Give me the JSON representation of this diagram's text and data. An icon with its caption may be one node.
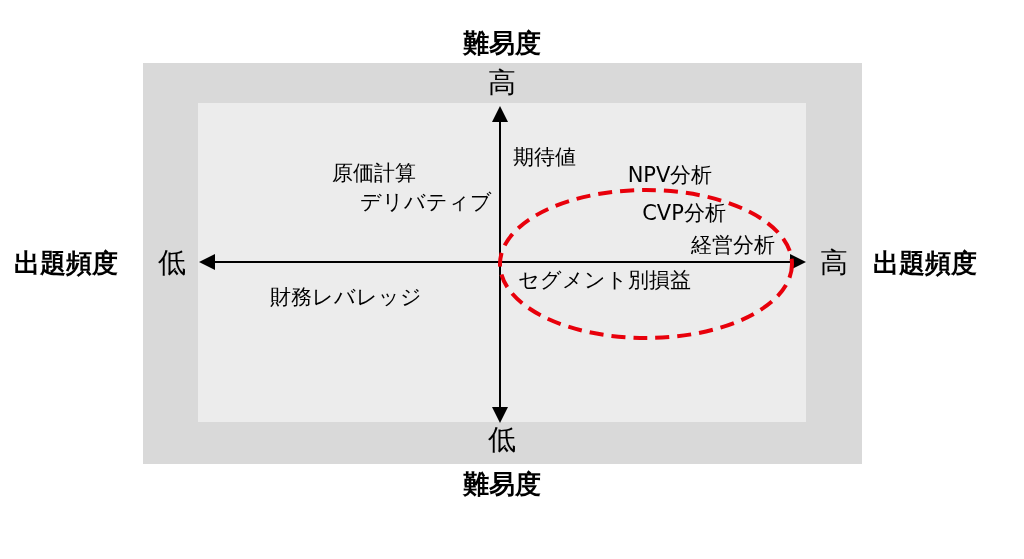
{
  "diagram": {
    "labels": [
      "難易度",
      "高",
      "期待値",
      "原価計算",
      "NPV分析",
      "デリバティブ",
      "CVP分析",
      "経営分析",
      "出題頻度",
      "低",
      "高",
      "出題頻度",
      "セグメント別損益",
      "財務レバレッジ",
      "低",
      "難易度"
    ]
  }
}
